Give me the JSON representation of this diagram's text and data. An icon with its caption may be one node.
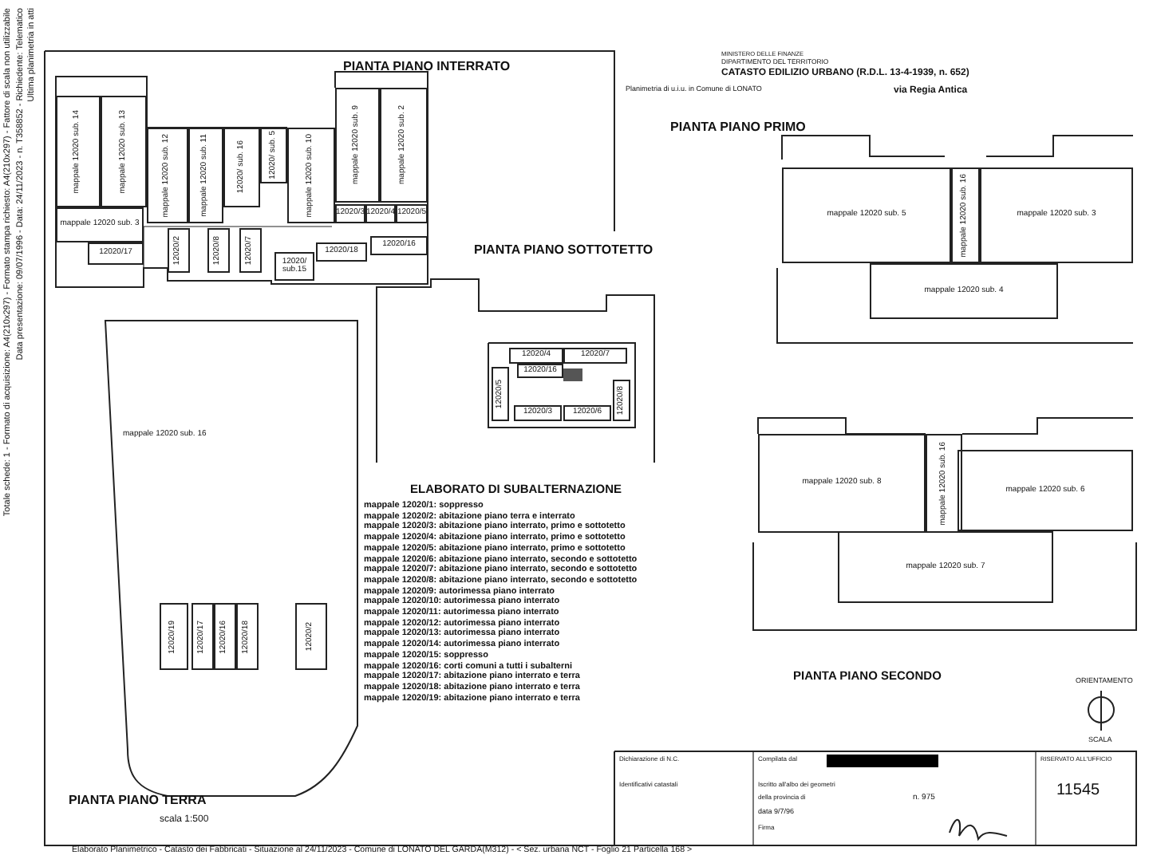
{
  "diagram": {
    "nodes": [
      {
        "text": [
          "mappale 12020 sub. 14"
        ]
      },
      {
        "text": [
          "mappale 12020 sub. 13"
        ]
      },
      {
        "text": [
          "mappale 12020 sub. 12"
        ]
      },
      {
        "text": [
          "mappale 12020 sub. 11"
        ]
      },
      {
        "text": [
          "12020/ sub. 16"
        ]
      },
      {
        "text": [
          "12020/ sub. 5"
        ]
      },
      {
        "text": [
          "mappale 12020 sub. 10"
        ]
      },
      {
        "text": [
          "mappale 12020 sub. 9"
        ]
      },
      {
        "text": [
          "mappale 12020 sub. 2"
        ]
      },
      {
        "text": [
          "mappale 12020 sub. 3"
        ]
      },
      {
        "text": [
          "12020/17"
        ]
      },
      {
        "text": [
          "12020/2"
        ]
      },
      {
        "text": [
          "12020/8"
        ]
      },
      {
        "text": [
          "12020/7"
        ]
      },
      {
        "text": [
          "12020/ sub.15"
        ]
      },
      {
        "text": [
          "12020/18"
        ]
      },
      {
        "text": [
          "12020/16"
        ]
      },
      {
        "text": [
          "12020/3"
        ]
      },
      {
        "text": [
          "12020/4"
        ]
      },
      {
        "text": [
          "12020/5"
        ]
      },
      {
        "text": [
          "mappale 12020 sub. 5"
        ]
      },
      {
        "text": [
          "mappale 12020 sub. 16"
        ]
      },
      {
        "text": [
          "mappale 12020 sub. 3"
        ]
      },
      {
        "text": [
          "mappale 12020 sub. 4"
        ]
      },
      {
        "text": [
          "12020/4"
        ]
      },
      {
        "text": [
          "12020/7"
        ]
      },
      {
        "text": [
          "12020/16"
        ]
      },
      {
        "text": [
          "12020/5"
        ]
      },
      {
        "text": [
          "12020/3"
        ]
      },
      {
        "text": [
          "12020/6"
        ]
      },
      {
        "text": [
          "12020/8"
        ]
      },
      {
        "text": [
          "mappale 12020 sub. 16"
        ]
      },
      {
        "text": [
          "12020/19"
        ],
        "in": 31
      },
      {
        "text": [
          "12020/17"
        ],
        "in": 31
      },
      {
        "text": [
          "12020/16"
        ],
        "in": 31
      },
      {
        "text": [
          "12020/18"
        ],
        "in": 31
      },
      {
        "text": [
          "12020/2"
        ],
        "in": 31
      },
      {
        "text": [
          "mappale 12020 sub. 8"
        ]
      },
      {
        "text": [
          "mappale 12020 sub. 16"
        ]
      },
      {
        "text": [
          "mappale 12020 sub. 6"
        ]
      },
      {
        "text": [
          "mappale 12020 sub. 7"
        ]
      }
    ],
    "labels": [
      "Ultima planimetria in atti",
      "Data presentazione: 09/07/1996 - Data: 24/11/2023 - n. T358852 - Richiedente: Telematico",
      "Totale schede: 1 - Formato di acquisizione: A4(210x297) - Formato stampa richiesto: A4(210x297) - Fattore di scala non utilizzabile",
      "PIANTA PIANO INTERRATO",
      "MINISTERO DELLE FINANZE",
      "DIPARTIMENTO DEL TERRITORIO",
      "CATASTO EDILIZIO URBANO (R.D.L. 13-4-1939, n. 652)",
      "Planimetria di u.i.u. in Comune di LONATO",
      "via Regia Antica",
      "PIANTA PIANO PRIMO",
      "PIANTA PIANO SOTTOTETTO",
      "ELABORATO DI SUBALTERNAZIONE",
      "mappale 12020/1: soppresso",
      "mappale 12020/2: abitazione piano terra e interrato",
      "mappale 12020/3: abitazione piano interrato, primo e sottotetto",
      "mappale 12020/4: abitazione piano interrato, primo e sottotetto",
      "mappale 12020/5: abitazione piano interrato, primo e sottotetto",
      "mappale 12020/6: abitazione piano interrato, secondo e sottotetto",
      "mappale 12020/7: abitazione piano interrato, secondo e sottotetto",
      "mappale 12020/8: abitazione piano interrato, secondo e sottotetto",
      "mappale 12020/9: autorimessa piano interrato",
      "mappale 12020/10: autorimessa piano interrato",
      "mappale 12020/11: autorimessa piano interrato",
      "mappale 12020/12: autorimessa piano interrato",
      "mappale 12020/13: autorimessa piano interrato",
      "mappale 12020/14: autorimessa piano interrato",
      "mappale 12020/15: soppresso",
      "mappale 12020/16: corti comuni a tutti i subalterni",
      "mappale 12020/17: abitazione piano interrato e terra",
      "mappale 12020/18: abitazione piano interrato e terra",
      "mappale 12020/19: abitazione piano interrato e terra",
      "PIANTA PIANO SECONDO",
      "ORIENTAMENTO",
      "SCALA",
      "PIANTA PIANO TERRA",
      "scala 1:500",
      "Dichiarazione di N.C.",
      "Identificativi catastali",
      "Compilata dal",
      "Iscritto all'albo dei geometri",
      "della provincia di",
      "n. 975",
      "data 9/7/96",
      "Firma",
      "RISERVATO ALL'UFFICIO",
      "11545",
      "Elaborato Planimetrico - Catasto dei Fabbricati - Situazione al 24/11/2023 - Comune di LONATO DEL GARDA(M312) - < Sez. urbana NCT - Foglio 21 Particella 168 >"
    ]
  }
}
